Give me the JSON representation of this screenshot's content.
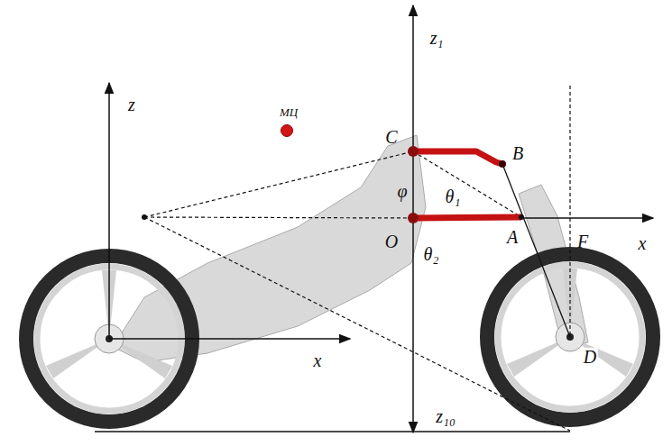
{
  "diagram": {
    "labels": [
      "z₁",
      "МЦ",
      "z",
      "C",
      "B",
      "φ",
      "θ₁",
      "x",
      "O",
      "A",
      "F",
      "θ₂",
      "x",
      "D",
      "z₁₀"
    ]
  }
}
